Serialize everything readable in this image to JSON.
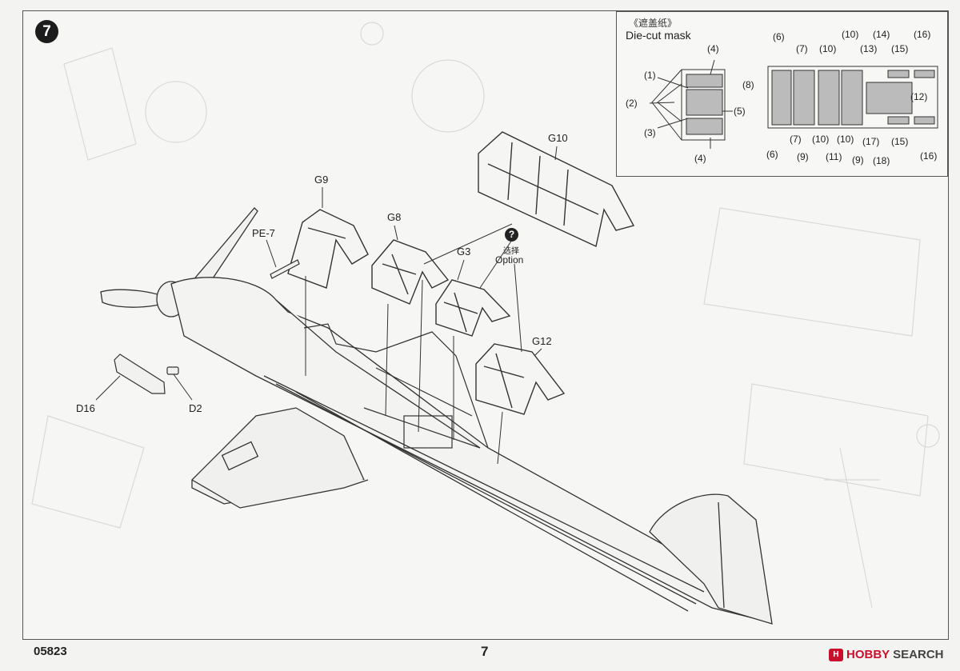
{
  "step": {
    "number": "7"
  },
  "mask": {
    "title_cn": "《遮盖纸》",
    "title_en": "Die-cut mask",
    "left_labels": [
      "(4)",
      "(1)",
      "(2)",
      "(3)",
      "(5)",
      "(4)"
    ],
    "right_labels": [
      "(6)",
      "(7)",
      "(10)",
      "(10)",
      "(14)",
      "(16)",
      "(8)",
      "(13)",
      "(15)",
      "(12)",
      "(6)",
      "(7)",
      "(9)",
      "(10)",
      "(11)",
      "(10)",
      "(9)",
      "(17)",
      "(18)",
      "(15)",
      "(16)"
    ]
  },
  "parts": {
    "g10": "G10",
    "g9": "G9",
    "g8": "G8",
    "g3": "G3",
    "g12": "G12",
    "pe7": "PE-7",
    "d16": "D16",
    "d2": "D2"
  },
  "option": {
    "icon": "question-icon",
    "mark": "?",
    "cn": "选择",
    "en": "Option"
  },
  "footer": {
    "code": "05823",
    "page": "7"
  },
  "watermark": {
    "logo": "H",
    "brand": "HOBBY",
    "text": "SEARCH"
  }
}
